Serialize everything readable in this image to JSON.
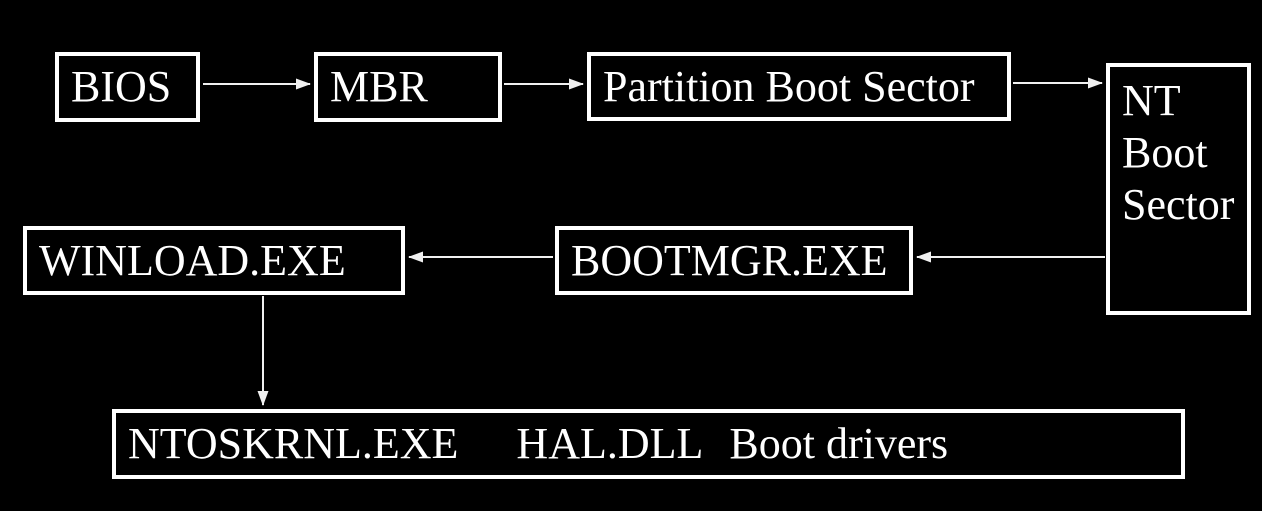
{
  "diagram": {
    "background_color": "#000000",
    "box_border_color": "#ffffff",
    "text_color": "#ffffff",
    "arrow_color": "#f0f0f0",
    "nodes": {
      "bios": {
        "label": "BIOS"
      },
      "mbr": {
        "label": "MBR"
      },
      "partition_boot_sector": {
        "label": "Partition Boot Sector"
      },
      "nt_boot_sector": {
        "lines": [
          "NT",
          "Boot",
          "Sector"
        ]
      },
      "winload": {
        "label": "WINLOAD.EXE"
      },
      "bootmgr": {
        "label": "BOOTMGR.EXE"
      },
      "kernel": {
        "segments": [
          "NTOSKRNL.EXE",
          "HAL.DLL",
          "Boot drivers"
        ]
      }
    },
    "edges": [
      {
        "from": "BIOS",
        "to": "MBR"
      },
      {
        "from": "MBR",
        "to": "Partition Boot Sector"
      },
      {
        "from": "Partition Boot Sector",
        "to": "NT Boot Sector"
      },
      {
        "from": "NT Boot Sector",
        "to": "BOOTMGR.EXE"
      },
      {
        "from": "BOOTMGR.EXE",
        "to": "WINLOAD.EXE"
      },
      {
        "from": "WINLOAD.EXE",
        "to": "NTOSKRNL.EXE HAL.DLL Boot drivers"
      }
    ]
  }
}
